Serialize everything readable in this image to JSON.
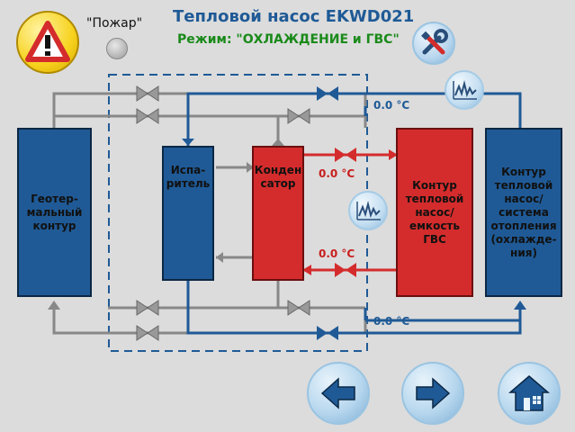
{
  "header": {
    "title": "Тепловой насос EKWD021",
    "mode": "Режим: \"ОХЛАЖДЕНИЕ и ГВС\"",
    "fire_label": "\"Пожар\""
  },
  "blocks": {
    "geothermal": "Геотер-\nмальный\nконтур",
    "evaporator": "Испа-\nритель",
    "condenser": "Конден\nсатор",
    "dhw": "Контур\nтепловой\nнасос/\nемкость\nГВС",
    "heating": "Контур\nтепловой\nнасос/\nсистема\nотопления\n(охлажде-\nния)"
  },
  "temps": {
    "top_right": "0.0  °C",
    "cond_top": "0.0  °C",
    "cond_bottom": "0.0  °C",
    "bottom_right": "0.0  °C"
  },
  "colors": {
    "pipe_gray": "#888888",
    "pipe_blue": "#1f5a96",
    "pipe_red": "#d42c2c",
    "accent_blue": "#1f5a96",
    "mode_green": "#1a8a1a"
  },
  "icons": {
    "alarm": "warning-triangle-icon",
    "settings": "tools-icon",
    "chart": "chart-icon",
    "back": "arrow-left-icon",
    "forward": "arrow-right-icon",
    "home": "home-icon"
  }
}
